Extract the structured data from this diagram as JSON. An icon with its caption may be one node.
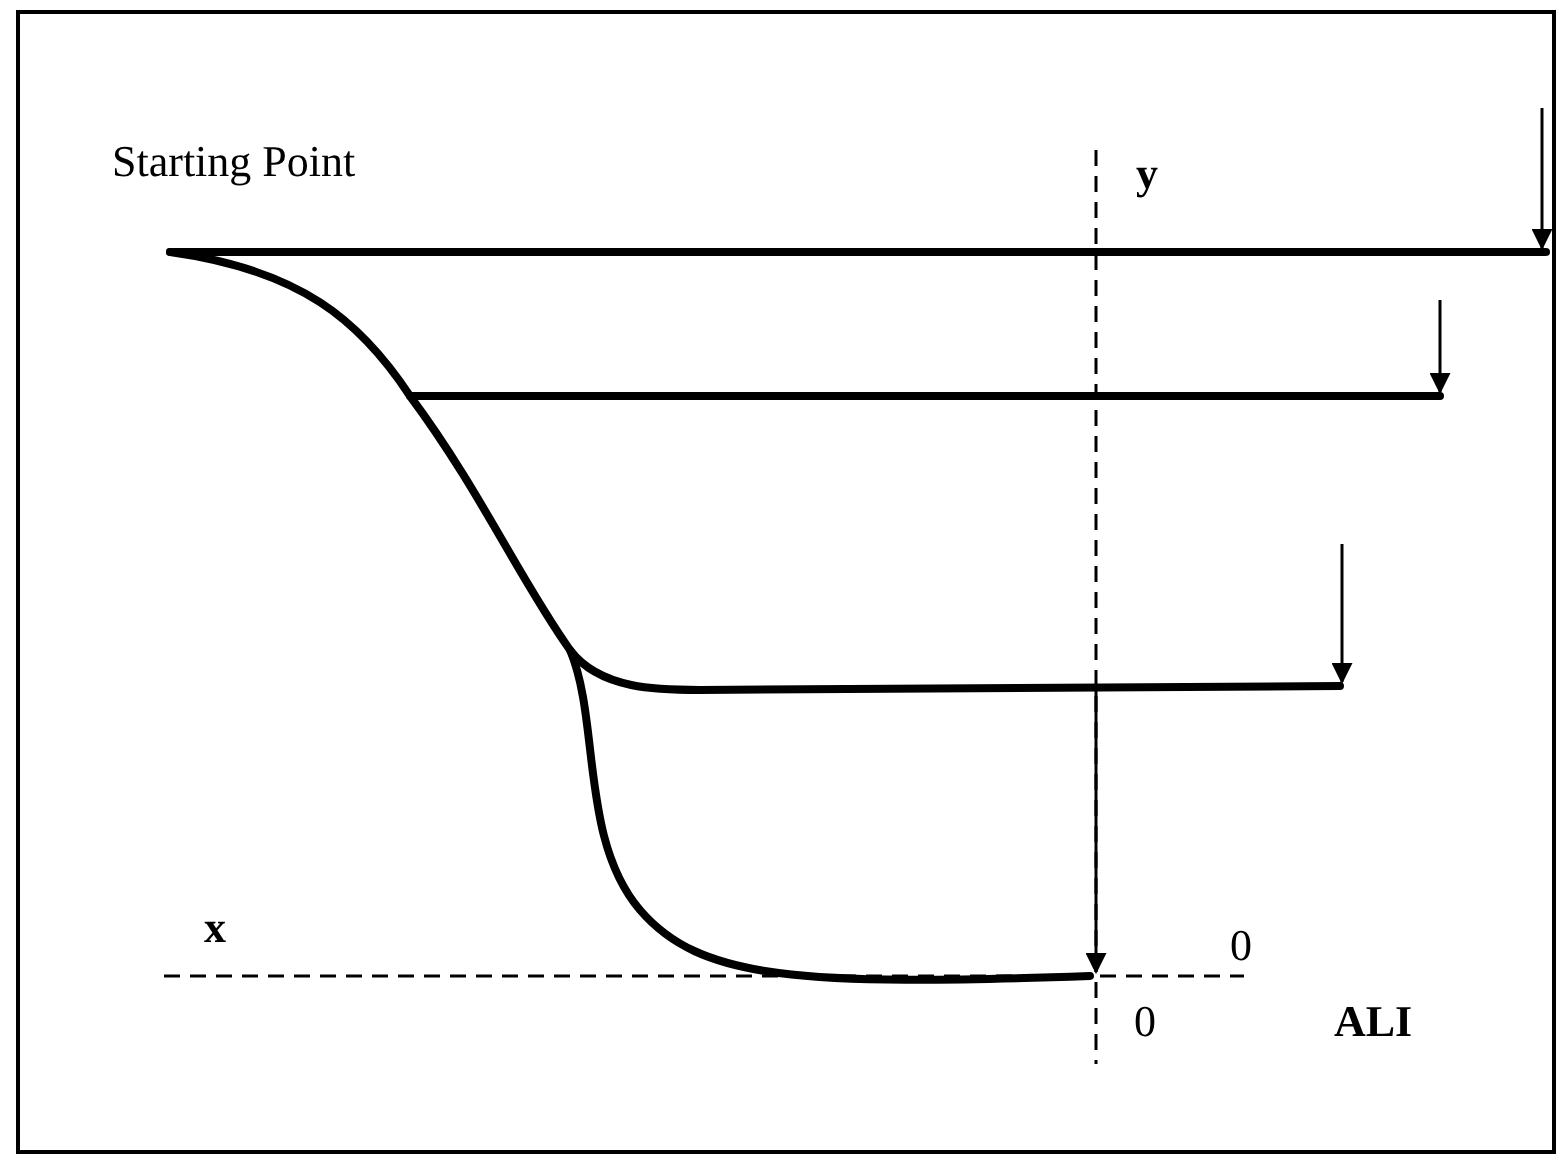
{
  "diagram": {
    "labels": [
      "Starting Point",
      "y",
      "0",
      "x",
      "0",
      "ALI"
    ]
  }
}
